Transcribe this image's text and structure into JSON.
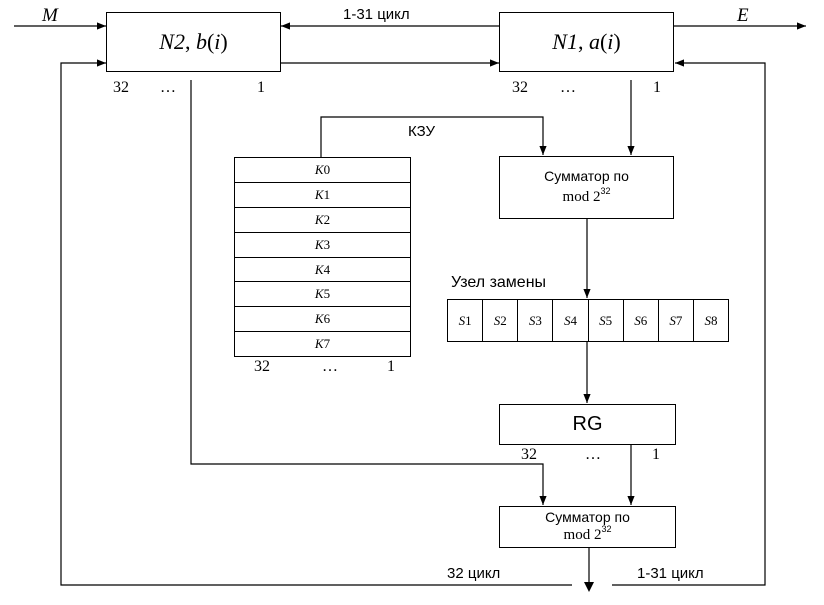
{
  "inputs": {
    "input_label": "M",
    "output_label": "E",
    "top_cycle": "1-31 цикл"
  },
  "registers": {
    "n2": {
      "name": "N2",
      "func": "b",
      "arg": "i",
      "bit_left": "32",
      "dots": "…",
      "bit_right": "1"
    },
    "n1": {
      "name": "N1",
      "func": "a",
      "arg": "i",
      "bit_left": "32",
      "dots": "…",
      "bit_right": "1"
    }
  },
  "kzu": {
    "label": "КЗУ",
    "prefix": "K",
    "keys": [
      "0",
      "1",
      "2",
      "3",
      "4",
      "5",
      "6",
      "7"
    ],
    "bit_left": "32",
    "dots": "…",
    "bit_right": "1"
  },
  "adder1": {
    "line1": "Сумматор по",
    "mod": "mod 2",
    "exp": "32"
  },
  "sbox": {
    "label": "Узел замены",
    "prefix": "S",
    "items": [
      "1",
      "2",
      "3",
      "4",
      "5",
      "6",
      "7",
      "8"
    ]
  },
  "rg": {
    "label": "RG",
    "bit_left": "32",
    "dots": "…",
    "bit_right": "1"
  },
  "adder2": {
    "line1": "Сумматор по",
    "mod": "mod 2",
    "exp": "32"
  },
  "bottom": {
    "left_cycle": "32 цикл",
    "right_cycle": "1-31 цикл"
  }
}
